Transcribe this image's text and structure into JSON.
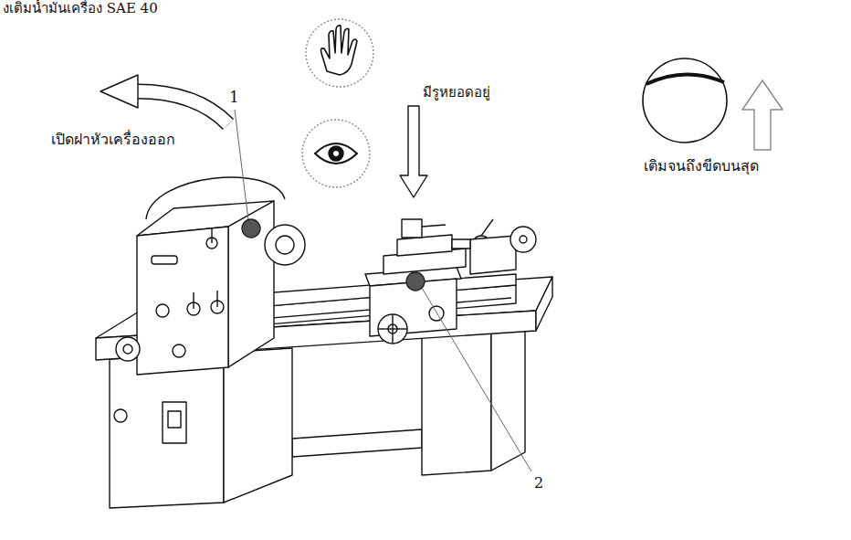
{
  "diagram": {
    "title": "งเติมน้ำมันเครื่อง SAE 40",
    "labels": [
      "เปิดฝาหัวเครื่องออก",
      "1",
      "มีรูหยอดอยู่",
      "2",
      "เติมจนถึงขีดบนสุด"
    ]
  }
}
